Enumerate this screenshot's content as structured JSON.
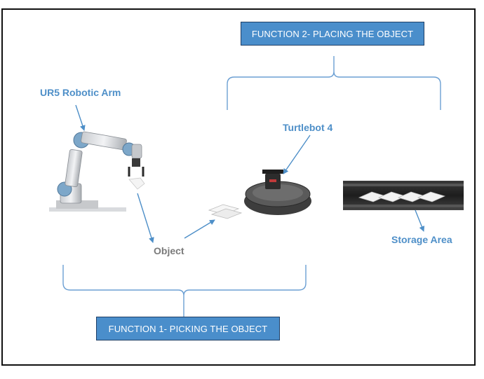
{
  "functions": {
    "function2": "FUNCTION 2- PLACING THE OBJECT",
    "function1": "FUNCTION 1- PICKING THE OBJECT"
  },
  "labels": {
    "ur5": "UR5 Robotic Arm",
    "turtlebot": "Turtlebot 4",
    "object": "Object",
    "storage": "Storage Area"
  },
  "colors": {
    "box_fill": "#4a8ecb",
    "box_border": "#1f3f66",
    "label_blue": "#4e8fc8",
    "label_gray": "#7a7a7a",
    "bracket": "#6b9fd3"
  }
}
